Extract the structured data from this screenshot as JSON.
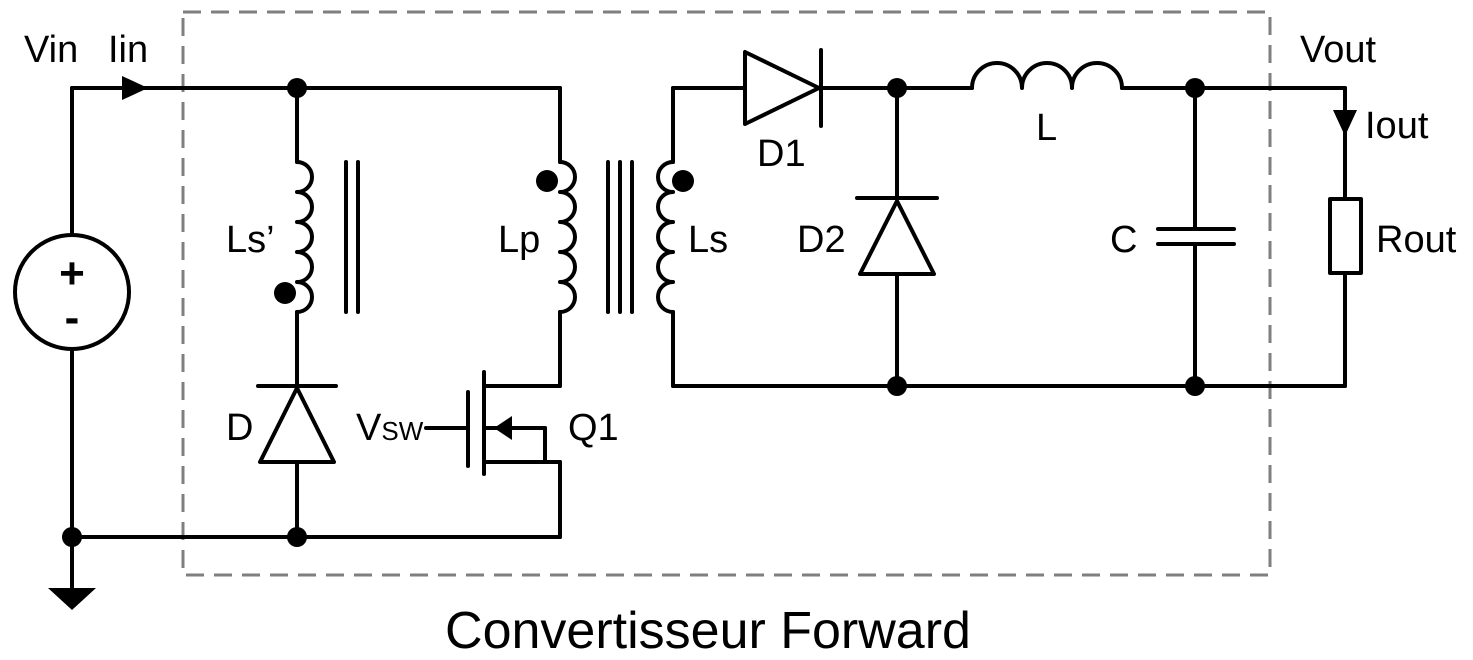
{
  "diagram": {
    "title": "Convertisseur Forward",
    "labels": {
      "vin": "Vin",
      "iin": "Iin",
      "vout": "Vout",
      "iout": "Iout",
      "ls_prime": "Ls’",
      "lp": "Lp",
      "ls": "Ls",
      "d": "D",
      "d1": "D1",
      "d2": "D2",
      "l": "L",
      "c": "C",
      "rout": "Rout",
      "q1": "Q1",
      "vsw_main": "V",
      "vsw_sub": "SW"
    },
    "source_signs": {
      "plus": "+",
      "minus": "-"
    },
    "colors": {
      "wire": "#000000",
      "boundary": "#7f7f7f",
      "background": "#ffffff"
    }
  }
}
